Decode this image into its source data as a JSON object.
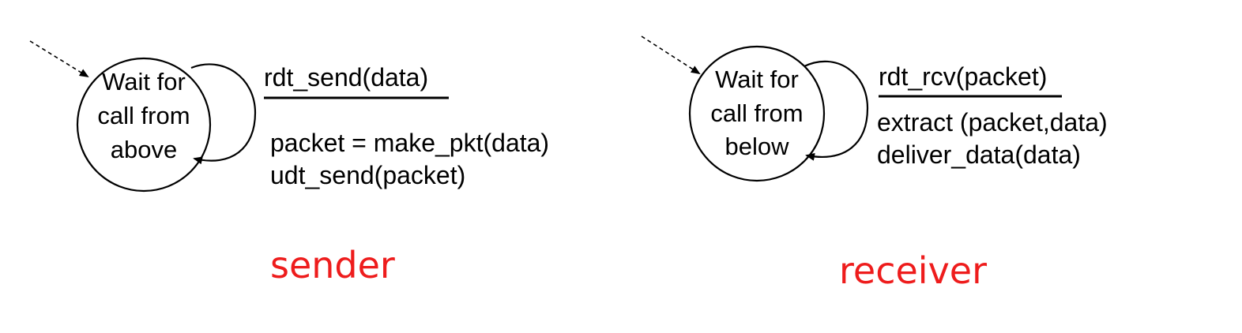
{
  "sender": {
    "state_lines": [
      "Wait for",
      "call from",
      "above"
    ],
    "event": "rdt_send(data)",
    "actions": [
      "packet = make_pkt(data)",
      "udt_send(packet)"
    ],
    "label": "sender"
  },
  "receiver": {
    "state_lines": [
      "Wait for",
      "call from",
      "below"
    ],
    "event": "rdt_rcv(packet)",
    "actions": [
      "extract (packet,data)",
      "deliver_data(data)"
    ],
    "label": "receiver"
  },
  "colors": {
    "ink": "#000000",
    "label": "#ee1c1c"
  }
}
